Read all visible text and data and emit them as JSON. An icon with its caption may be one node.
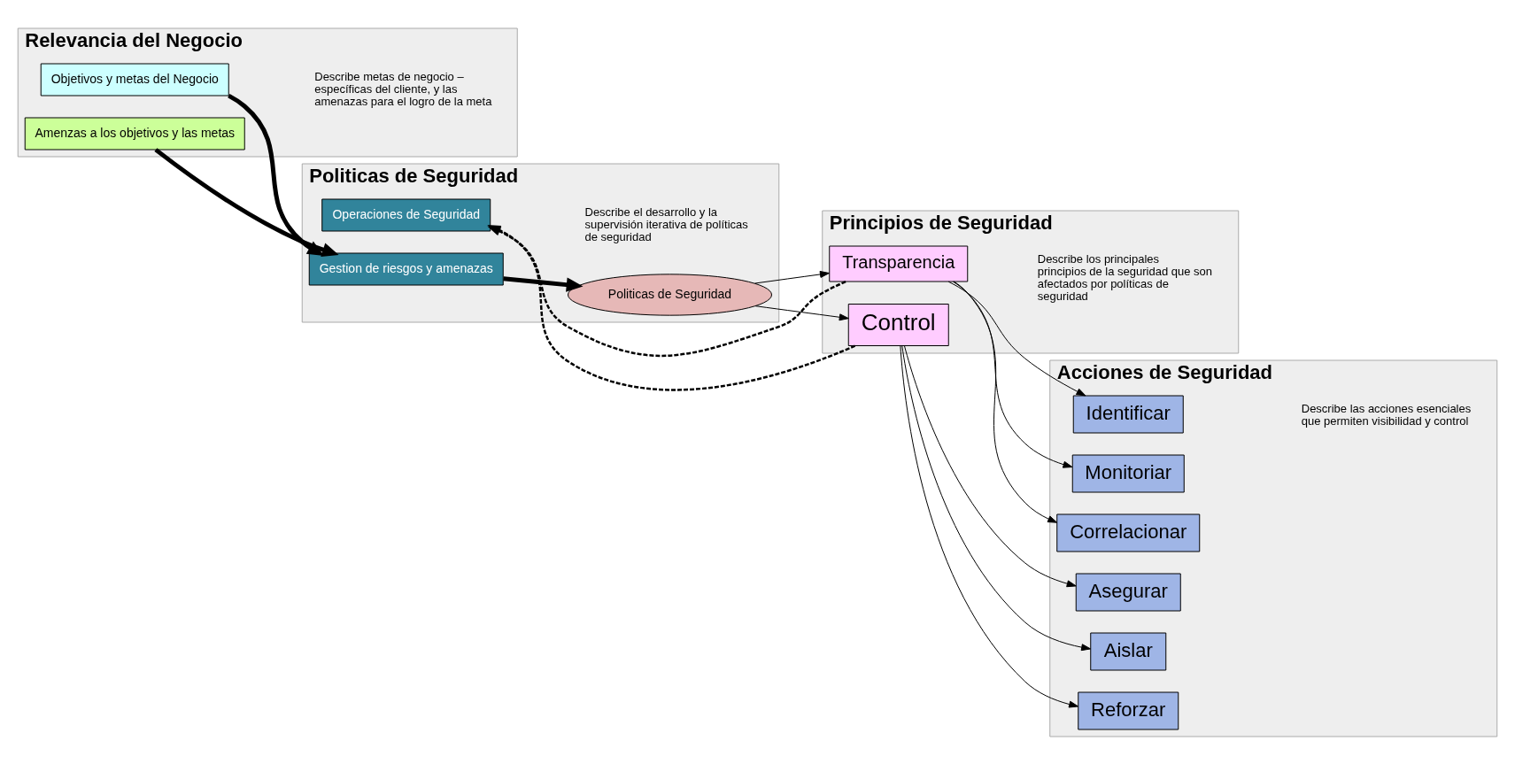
{
  "diagram": {
    "nodes": [
      {
        "text": [
          "Relevancia del Negocio",
          "Describe metas de negocio – específicas del cliente, y las amenazas para el logro de la meta"
        ]
      },
      {
        "text": [
          "Objetivos y metas del Negocio"
        ],
        "in": 0
      },
      {
        "text": [
          "Amenzas a los objetivos y las metas"
        ],
        "in": 0
      },
      {
        "text": [
          "Politicas de Seguridad",
          "Describe el desarrollo y la supervisión iterativa de políticas de seguridad"
        ]
      },
      {
        "text": [
          "Operaciones de Seguridad"
        ],
        "in": 3
      },
      {
        "text": [
          "Gestion de riesgos y amenazas"
        ],
        "in": 3
      },
      {
        "text": [
          "Politicas de Seguridad"
        ],
        "in": 3
      },
      {
        "text": [
          "Principios de Seguridad",
          "Describe los principales principios de la seguridad que son afectados por políticas de seguridad"
        ]
      },
      {
        "text": [
          "Transparencia"
        ],
        "in": 7
      },
      {
        "text": [
          "Control"
        ],
        "in": 7
      },
      {
        "text": [
          "Acciones de Seguridad",
          "Describe las acciones esenciales que permiten visibilidad y control"
        ]
      },
      {
        "text": [
          "Identificar"
        ],
        "in": 10
      },
      {
        "text": [
          "Monitoriar"
        ],
        "in": 10
      },
      {
        "text": [
          "Correlacionar"
        ],
        "in": 10
      },
      {
        "text": [
          "Asegurar"
        ],
        "in": 10
      },
      {
        "text": [
          "Aislar"
        ],
        "in": 10
      },
      {
        "text": [
          "Reforzar"
        ],
        "in": 10
      }
    ],
    "edges": [
      {
        "from": 1,
        "to": 5,
        "arrow": "to",
        "style": "thick"
      },
      {
        "from": 2,
        "to": 5,
        "arrow": "to",
        "style": "thick"
      },
      {
        "from": 5,
        "to": 6,
        "arrow": "to",
        "style": "thick"
      },
      {
        "from": 8,
        "to": 4,
        "arrow": "to",
        "style": "dashed"
      },
      {
        "from": 9,
        "to": 4,
        "arrow": "to",
        "style": "dashed"
      },
      {
        "from": 6,
        "to": 8,
        "arrow": "to"
      },
      {
        "from": 6,
        "to": 9,
        "arrow": "to"
      },
      {
        "from": 8,
        "to": 11,
        "arrow": "to"
      },
      {
        "from": 8,
        "to": 12,
        "arrow": "to"
      },
      {
        "from": 8,
        "to": 13,
        "arrow": "to"
      },
      {
        "from": 9,
        "to": 14,
        "arrow": "to"
      },
      {
        "from": 9,
        "to": 15,
        "arrow": "to"
      },
      {
        "from": 9,
        "to": 16,
        "arrow": "to"
      }
    ]
  }
}
